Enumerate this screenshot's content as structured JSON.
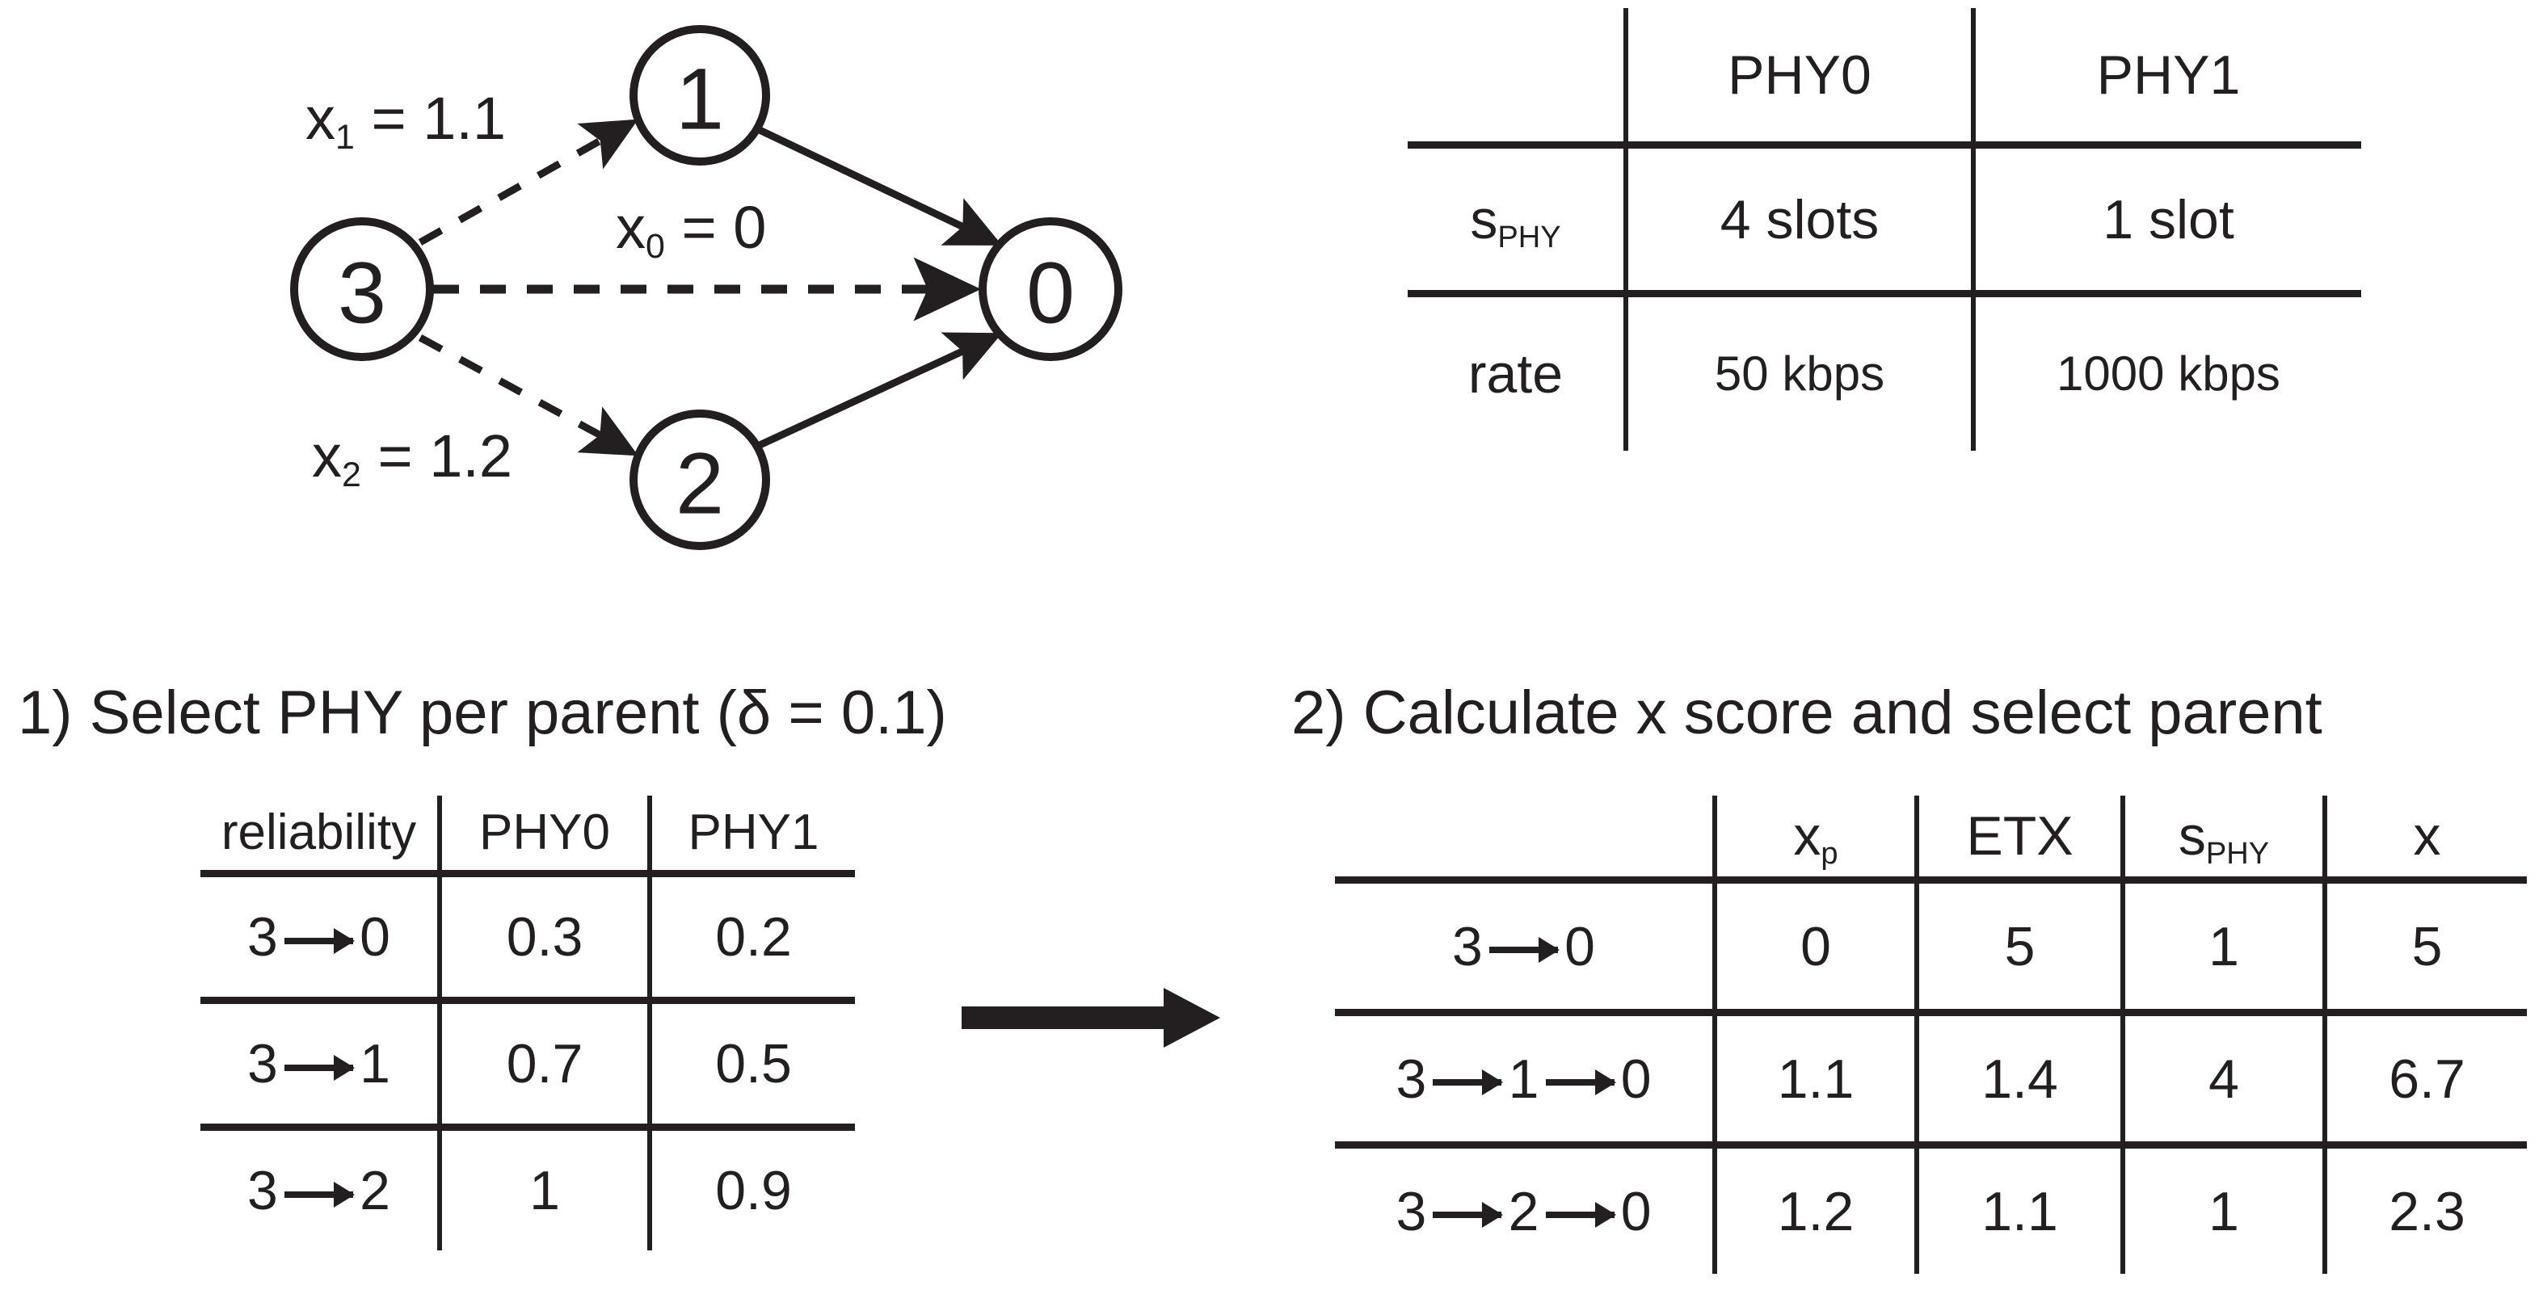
{
  "diagram": {
    "name": "routing-topology-graph",
    "nodes": [
      {
        "id": "node-3",
        "label": "3"
      },
      {
        "id": "node-1",
        "label": "1"
      },
      {
        "id": "node-2",
        "label": "2"
      },
      {
        "id": "node-0",
        "label": "0"
      }
    ],
    "edge_labels": [
      {
        "id": "x1-label",
        "text": "x",
        "sub": "1",
        "value": "= 1.1"
      },
      {
        "id": "x0-label",
        "text": "x",
        "sub": "0",
        "value": "= 0"
      },
      {
        "id": "x2-label",
        "text": "x",
        "sub": "2",
        "value": "= 1.2"
      }
    ]
  },
  "phy_params_table": {
    "name": "phy-parameters-table",
    "columns": [
      "",
      "PHY0",
      "PHY1"
    ],
    "rows": [
      {
        "label": "s",
        "label_sub": "PHY",
        "values": [
          "4 slots",
          "1 slot"
        ]
      },
      {
        "label": "rate",
        "label_sub": "",
        "values": [
          "50 kbps",
          "1000 kbps"
        ]
      }
    ]
  },
  "steps": {
    "step1_caption": "1) Select PHY per parent (δ = 0.1)",
    "step2_caption": "2) Calculate x score and select parent"
  },
  "reliability_table": {
    "name": "reliability-table",
    "columns": [
      "reliability",
      "PHY0",
      "PHY1"
    ],
    "rows": [
      {
        "route": "3 → 0",
        "from": "3",
        "to": "0",
        "phy0": "0.3",
        "phy1": "0.2",
        "highlight": "PHY1"
      },
      {
        "route": "3 → 1",
        "from": "3",
        "to": "1",
        "phy0": "0.7",
        "phy1": "0.5",
        "highlight": "PHY0"
      },
      {
        "route": "3 → 2",
        "from": "3",
        "to": "2",
        "phy0": "1",
        "phy1": "0.9",
        "highlight": "PHY1"
      }
    ]
  },
  "xscore_table": {
    "name": "x-score-table",
    "columns": [
      "",
      "x_p",
      "ETX",
      "s_PHY",
      "x"
    ],
    "column_labels": [
      {
        "base": "",
        "sub": ""
      },
      {
        "base": "x",
        "sub": "p"
      },
      {
        "base": "ETX",
        "sub": ""
      },
      {
        "base": "s",
        "sub": "PHY"
      },
      {
        "base": "x",
        "sub": ""
      }
    ],
    "rows": [
      {
        "hops": [
          "3",
          "0"
        ],
        "xp": "0",
        "etx": "5",
        "sphy": "1",
        "x": "5",
        "highlight": false
      },
      {
        "hops": [
          "3",
          "1",
          "0"
        ],
        "xp": "1.1",
        "etx": "1.4",
        "sphy": "4",
        "x": "6.7",
        "highlight": false
      },
      {
        "hops": [
          "3",
          "2",
          "0"
        ],
        "xp": "1.2",
        "etx": "1.1",
        "sphy": "1",
        "x": "2.3",
        "highlight": true
      }
    ]
  },
  "flow_arrow": {
    "name": "step-flow-arrow"
  },
  "colors": {
    "ink": "#231f20",
    "highlight_green": "#78cd88",
    "background": "#ffffff"
  }
}
